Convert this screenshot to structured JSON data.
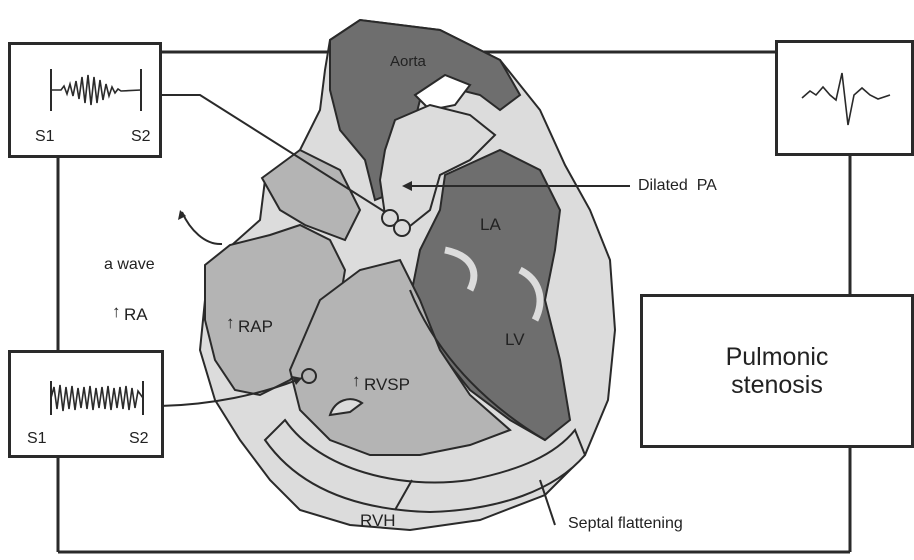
{
  "colors": {
    "dark_chamber": "#6e6e6e",
    "mid_chamber": "#b4b4b4",
    "light_wall": "#dcdcdc",
    "outline": "#2a2a2a",
    "background": "#ffffff"
  },
  "labels": {
    "aorta": "Aorta",
    "la": "LA",
    "lv": "LV",
    "dilated_pa": "Dilated  PA",
    "a_wave": "a wave",
    "ra": "RA",
    "rap": "RAP",
    "rvsp": "RVSP",
    "rvh": "RVH",
    "septal_flattening": "Septal flattening",
    "up_arrow": "↑"
  },
  "pulmonic_box": {
    "line1": "Pulmonic",
    "line2": "stenosis"
  },
  "murmur_top": {
    "s1": "S1",
    "s2": "S2"
  },
  "murmur_bottom": {
    "s1": "S1",
    "s2": "S2"
  },
  "icons": {
    "top_murmur": "crescendo-decrescendo-murmur-icon",
    "bottom_murmur": "holosystolic-murmur-icon",
    "ecg": "ecg-waveform-icon"
  }
}
